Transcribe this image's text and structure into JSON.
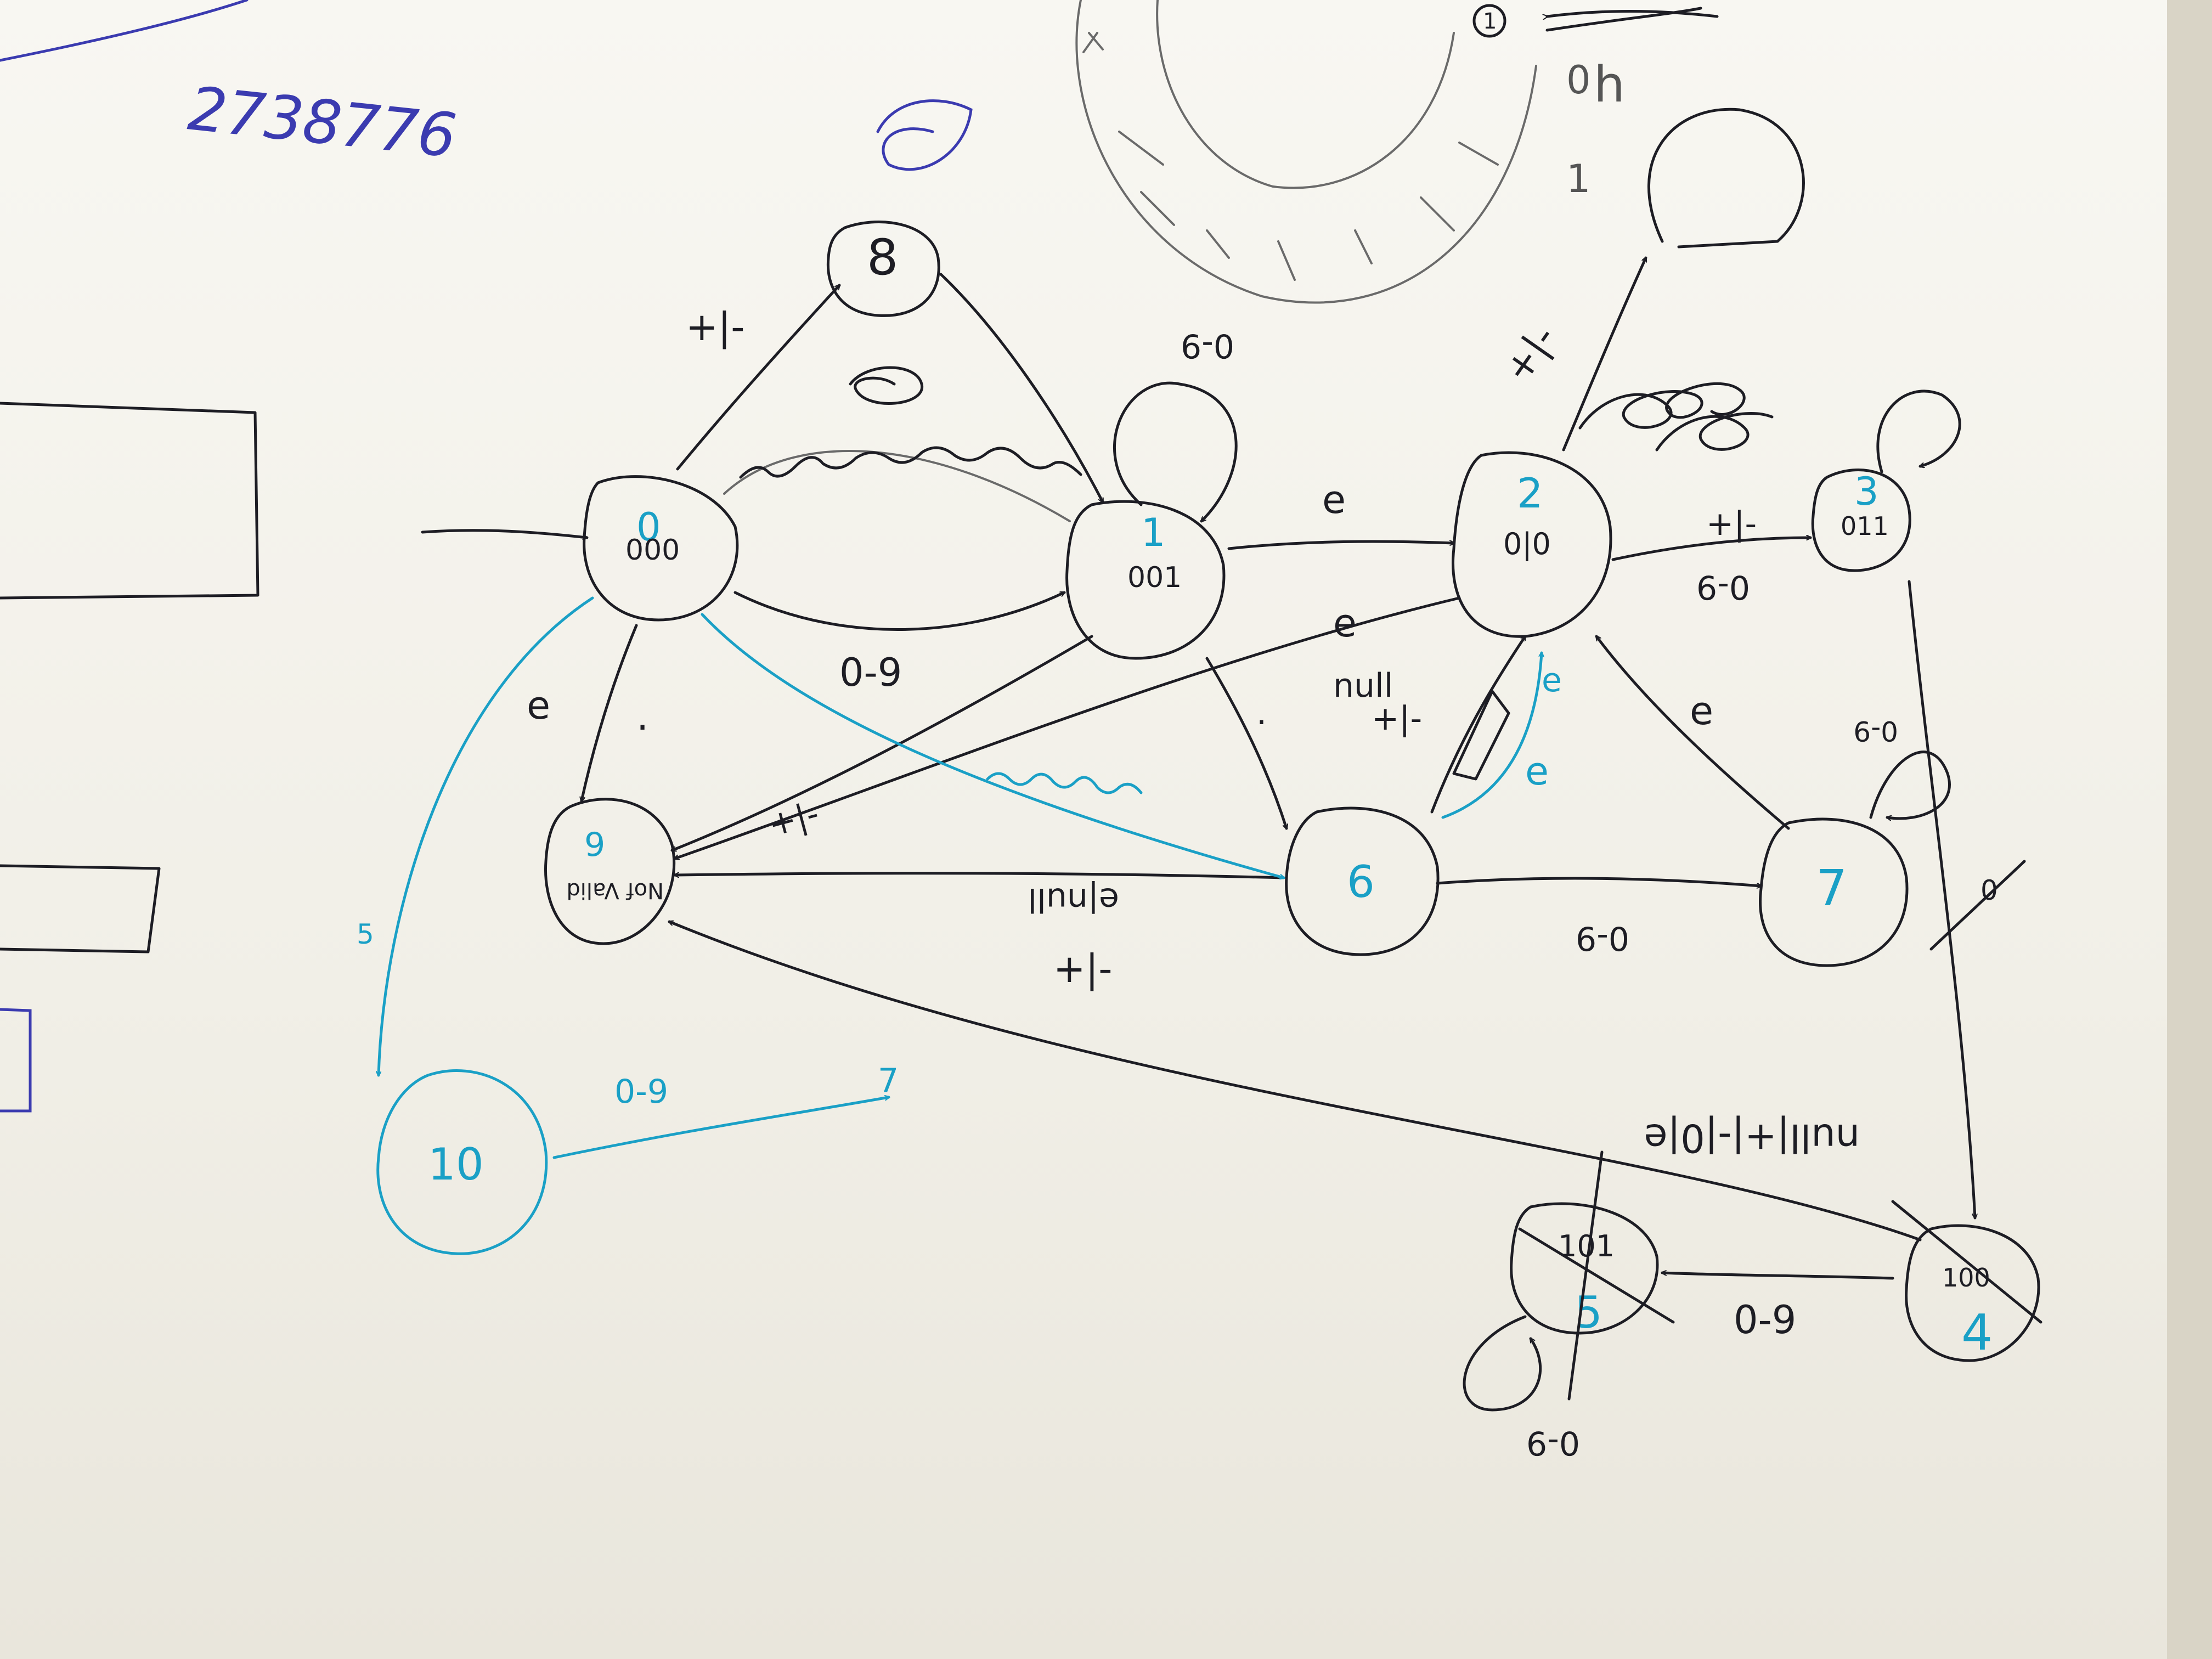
{
  "top_number": "2738776",
  "nodes": {
    "n0": {
      "id": "0",
      "sub": "000"
    },
    "n1": {
      "id": "1",
      "sub": "001"
    },
    "n2": {
      "id": "2",
      "sub": "0|0"
    },
    "n3": {
      "id": "3",
      "sub": "011"
    },
    "n4": {
      "id": "4",
      "sub": "100"
    },
    "n5": {
      "id": "5",
      "sub": "101"
    },
    "n6": {
      "id": "6"
    },
    "n7": {
      "id": "7"
    },
    "n8": {
      "id": "8"
    },
    "n9": {
      "id": "9",
      "sub": "Nof Valid"
    },
    "n10": {
      "id": "10"
    },
    "orbit_marker": "1"
  },
  "edges": {
    "e0_8": "+|-",
    "e0_1": "0-9",
    "e0_9a": "e",
    "e0_9b": ".",
    "e0_10": "5",
    "e1_self": "0-9",
    "e1_2": "e",
    "e1_6": ".",
    "e2_9": "e",
    "e2_9b": "null",
    "e2_9c": "+|-",
    "e2_3a": "+|-",
    "e2_3b": "0-9",
    "e2_top": "+|-",
    "e6_2": "e",
    "e6_2b": "e",
    "e6_9": "e|null",
    "e6_9b": "+|-",
    "e6_9c": "+|-",
    "e6_7": "0-9",
    "e7_self": "0-9",
    "e7_2": "e",
    "e4_9": "null|+|-|0|e",
    "e4_5": "0-9",
    "e5_self": "0-9",
    "e10_7": "0-9",
    "e10_7_target": "7",
    "e3_4": "0",
    "orbit_1": "0",
    "orbit_2": "h",
    "orbit_3": "1"
  },
  "colors": {
    "ink": "#1d1d24",
    "blue_ink": "#1aa0c6",
    "pen_blue": "#3b3bb0",
    "pencil": "#6a6a6a",
    "paper": "#f8f7f2"
  }
}
